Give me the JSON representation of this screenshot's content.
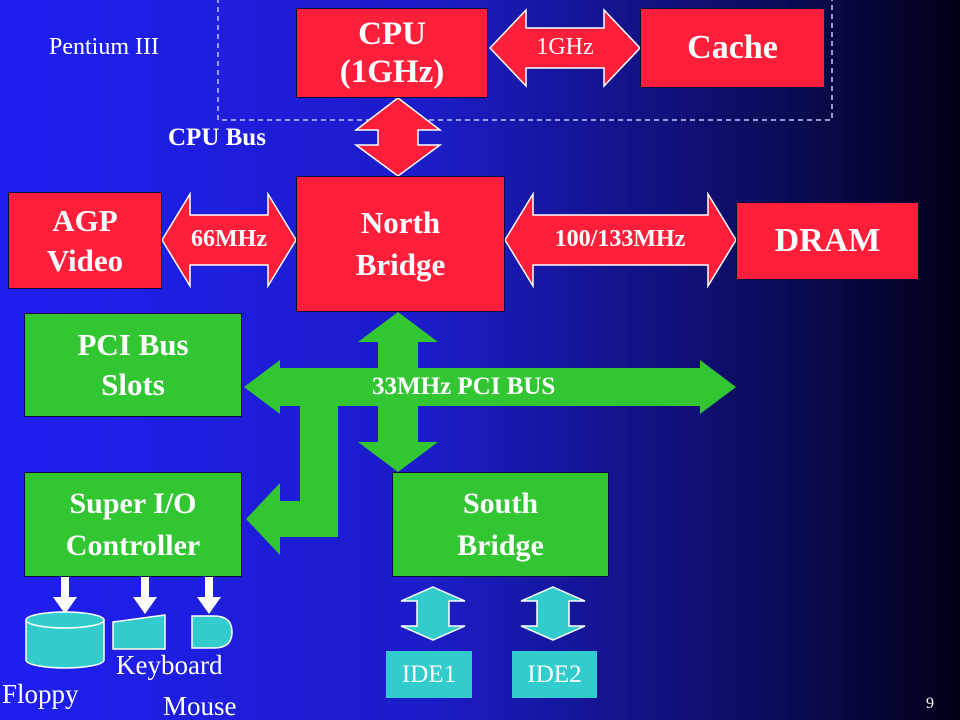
{
  "slide": {
    "pentium_label": "Pentium III",
    "cpu_bus_label": "CPU Bus",
    "page_number": "9"
  },
  "blocks": {
    "cpu_line1": "CPU",
    "cpu_line2": "(1GHz)",
    "cache": "Cache",
    "north_bridge_line1": "North",
    "north_bridge_line2": "Bridge",
    "agp_line1": "AGP",
    "agp_line2": "Video",
    "dram": "DRAM",
    "pci_slots_line1": "PCI Bus",
    "pci_slots_line2": "Slots",
    "super_io_line1": "Super I/O",
    "super_io_line2": "Controller",
    "south_bridge_line1": "South",
    "south_bridge_line2": "Bridge",
    "ide1": "IDE1",
    "ide2": "IDE2"
  },
  "buses": {
    "cpu_cache": "1GHz",
    "agp": "66MHz",
    "dram": "100/133MHz",
    "pci": "33MHz PCI BUS"
  },
  "devices": {
    "floppy": "Floppy",
    "keyboard": "Keyboard",
    "mouse": "Mouse"
  },
  "colors": {
    "red_block": "#ff1f3b",
    "green_block": "#33c633",
    "cyan_block": "#33cccc"
  }
}
